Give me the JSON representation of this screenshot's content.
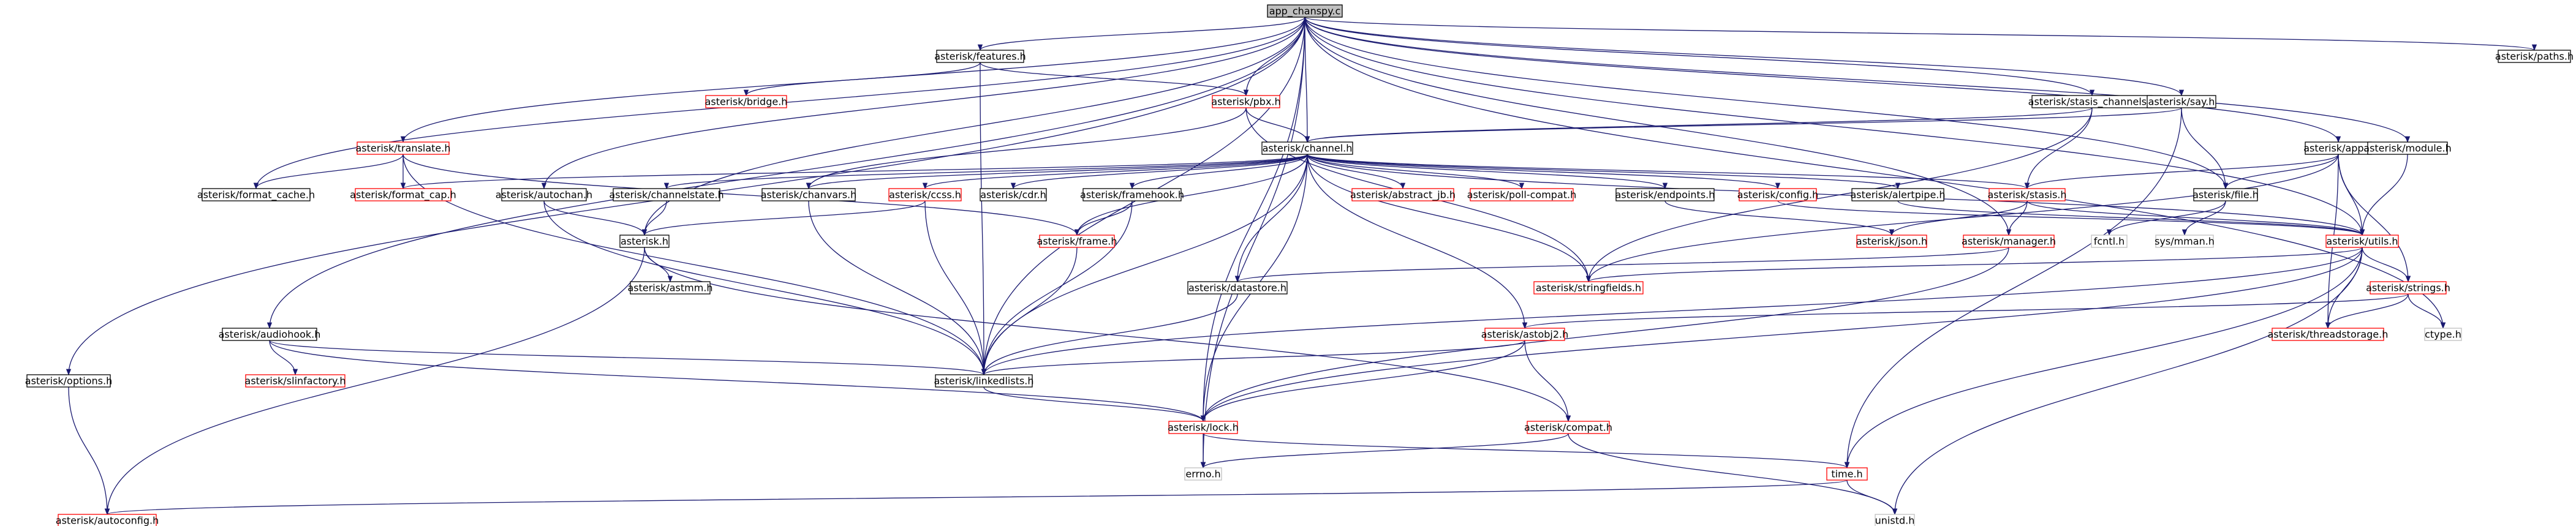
{
  "colors": {
    "edge": "#191970",
    "root_fill": "#bfbfbf",
    "normal_border": "#000000",
    "red_border": "#ff0000",
    "nonode_border": "#bfbfbf",
    "text": "#000000"
  },
  "nodes": [
    {
      "id": "app",
      "label": "app_chanspy.c",
      "style": "root"
    },
    {
      "id": "features",
      "label": "asterisk/features.h",
      "style": "normal"
    },
    {
      "id": "bridge",
      "label": "asterisk/bridge.h",
      "style": "red"
    },
    {
      "id": "pbx",
      "label": "asterisk/pbx.h",
      "style": "red"
    },
    {
      "id": "translate",
      "label": "asterisk/translate.h",
      "style": "red"
    },
    {
      "id": "stasis_channels",
      "label": "asterisk/stasis_channels.h",
      "style": "normal"
    },
    {
      "id": "say",
      "label": "asterisk/say.h",
      "style": "normal"
    },
    {
      "id": "app_h",
      "label": "asterisk/app.h",
      "style": "normal"
    },
    {
      "id": "module",
      "label": "asterisk/module.h",
      "style": "normal"
    },
    {
      "id": "paths",
      "label": "asterisk/paths.h",
      "style": "normal"
    },
    {
      "id": "channel",
      "label": "asterisk/channel.h",
      "style": "normal"
    },
    {
      "id": "format_cache",
      "label": "asterisk/format_cache.h",
      "style": "normal"
    },
    {
      "id": "format_cap",
      "label": "asterisk/format_cap.h",
      "style": "red"
    },
    {
      "id": "autochan",
      "label": "asterisk/autochan.h",
      "style": "normal"
    },
    {
      "id": "channelstate",
      "label": "asterisk/channelstate.h",
      "style": "normal"
    },
    {
      "id": "chanvars",
      "label": "asterisk/chanvars.h",
      "style": "normal"
    },
    {
      "id": "ccss",
      "label": "asterisk/ccss.h",
      "style": "red"
    },
    {
      "id": "cdr",
      "label": "asterisk/cdr.h",
      "style": "normal"
    },
    {
      "id": "framehook",
      "label": "asterisk/framehook.h",
      "style": "normal"
    },
    {
      "id": "abstract_jb",
      "label": "asterisk/abstract_jb.h",
      "style": "red"
    },
    {
      "id": "poll_compat",
      "label": "asterisk/poll-compat.h",
      "style": "red"
    },
    {
      "id": "endpoints",
      "label": "asterisk/endpoints.h",
      "style": "normal"
    },
    {
      "id": "config",
      "label": "asterisk/config.h",
      "style": "red"
    },
    {
      "id": "alertpipe",
      "label": "asterisk/alertpipe.h",
      "style": "normal"
    },
    {
      "id": "stasis",
      "label": "asterisk/stasis.h",
      "style": "red"
    },
    {
      "id": "file",
      "label": "asterisk/file.h",
      "style": "normal"
    },
    {
      "id": "fcntl",
      "label": "fcntl.h",
      "style": "nonode"
    },
    {
      "id": "sysmman",
      "label": "sys/mman.h",
      "style": "nonode"
    },
    {
      "id": "utils",
      "label": "asterisk/utils.h",
      "style": "red"
    },
    {
      "id": "asterisk_h",
      "label": "asterisk.h",
      "style": "normal"
    },
    {
      "id": "astmm",
      "label": "asterisk/astmm.h",
      "style": "normal"
    },
    {
      "id": "frame",
      "label": "asterisk/frame.h",
      "style": "red"
    },
    {
      "id": "json",
      "label": "asterisk/json.h",
      "style": "red"
    },
    {
      "id": "manager",
      "label": "asterisk/manager.h",
      "style": "red"
    },
    {
      "id": "datastore",
      "label": "asterisk/datastore.h",
      "style": "normal"
    },
    {
      "id": "stringfields",
      "label": "asterisk/stringfields.h",
      "style": "red"
    },
    {
      "id": "strings",
      "label": "asterisk/strings.h",
      "style": "red"
    },
    {
      "id": "audiohook",
      "label": "asterisk/audiohook.h",
      "style": "normal"
    },
    {
      "id": "slinfactory",
      "label": "asterisk/slinfactory.h",
      "style": "red"
    },
    {
      "id": "astobj2",
      "label": "asterisk/astobj2.h",
      "style": "red"
    },
    {
      "id": "threadstorage",
      "label": "asterisk/threadstorage.h",
      "style": "red"
    },
    {
      "id": "ctype",
      "label": "ctype.h",
      "style": "nonode"
    },
    {
      "id": "options",
      "label": "asterisk/options.h",
      "style": "normal"
    },
    {
      "id": "linkedlists",
      "label": "asterisk/linkedlists.h",
      "style": "normal"
    },
    {
      "id": "lock",
      "label": "asterisk/lock.h",
      "style": "red"
    },
    {
      "id": "compat",
      "label": "asterisk/compat.h",
      "style": "red"
    },
    {
      "id": "errno",
      "label": "errno.h",
      "style": "nonode"
    },
    {
      "id": "time",
      "label": "time.h",
      "style": "red"
    },
    {
      "id": "autoconfig",
      "label": "asterisk/autoconfig.h",
      "style": "red"
    },
    {
      "id": "unistd",
      "label": "unistd.h",
      "style": "nonode"
    }
  ],
  "edges": [
    [
      "app",
      "features"
    ],
    [
      "app",
      "pbx"
    ],
    [
      "app",
      "channel"
    ],
    [
      "app",
      "stasis_channels"
    ],
    [
      "app",
      "say"
    ],
    [
      "app",
      "app_h"
    ],
    [
      "app",
      "module"
    ],
    [
      "app",
      "paths"
    ],
    [
      "app",
      "translate"
    ],
    [
      "app",
      "format_cache"
    ],
    [
      "app",
      "autochan"
    ],
    [
      "app",
      "audiohook"
    ],
    [
      "app",
      "options"
    ],
    [
      "app",
      "asterisk_h"
    ],
    [
      "app",
      "errno"
    ],
    [
      "app",
      "lock"
    ],
    [
      "app",
      "utils"
    ],
    [
      "app",
      "file"
    ],
    [
      "app",
      "manager"
    ],
    [
      "app",
      "ctype"
    ],
    [
      "app",
      "linkedlists"
    ],
    [
      "features",
      "bridge"
    ],
    [
      "features",
      "pbx"
    ],
    [
      "features",
      "linkedlists"
    ],
    [
      "pbx",
      "channel"
    ],
    [
      "pbx",
      "chanvars"
    ],
    [
      "pbx",
      "stringfields"
    ],
    [
      "translate",
      "format_cap"
    ],
    [
      "translate",
      "format_cache"
    ],
    [
      "translate",
      "frame"
    ],
    [
      "translate",
      "linkedlists"
    ],
    [
      "stasis_channels",
      "channel"
    ],
    [
      "stasis_channels",
      "stasis"
    ],
    [
      "stasis_channels",
      "stringfields"
    ],
    [
      "say",
      "channel"
    ],
    [
      "say",
      "file"
    ],
    [
      "say",
      "time"
    ],
    [
      "app_h",
      "stasis"
    ],
    [
      "app_h",
      "file"
    ],
    [
      "app_h",
      "utils"
    ],
    [
      "app_h",
      "threadstorage"
    ],
    [
      "app_h",
      "strings"
    ],
    [
      "app_h",
      "stringfields"
    ],
    [
      "module",
      "utils"
    ],
    [
      "channel",
      "format_cap"
    ],
    [
      "channel",
      "channelstate"
    ],
    [
      "channel",
      "chanvars"
    ],
    [
      "channel",
      "ccss"
    ],
    [
      "channel",
      "cdr"
    ],
    [
      "channel",
      "framehook"
    ],
    [
      "channel",
      "abstract_jb"
    ],
    [
      "channel",
      "poll_compat"
    ],
    [
      "channel",
      "endpoints"
    ],
    [
      "channel",
      "config"
    ],
    [
      "channel",
      "alertpipe"
    ],
    [
      "channel",
      "stasis"
    ],
    [
      "channel",
      "datastore"
    ],
    [
      "channel",
      "stringfields"
    ],
    [
      "channel",
      "astobj2"
    ],
    [
      "channel",
      "frame"
    ],
    [
      "channel",
      "linkedlists"
    ],
    [
      "channel",
      "lock"
    ],
    [
      "channel",
      "utils"
    ],
    [
      "autochan",
      "asterisk_h"
    ],
    [
      "autochan",
      "linkedlists"
    ],
    [
      "channelstate",
      "asterisk_h"
    ],
    [
      "chanvars",
      "linkedlists"
    ],
    [
      "ccss",
      "asterisk_h"
    ],
    [
      "ccss",
      "linkedlists"
    ],
    [
      "framehook",
      "frame"
    ],
    [
      "framehook",
      "linkedlists"
    ],
    [
      "endpoints",
      "json"
    ],
    [
      "config",
      "utils"
    ],
    [
      "alertpipe",
      "utils"
    ],
    [
      "stasis",
      "json"
    ],
    [
      "stasis",
      "manager"
    ],
    [
      "stasis",
      "utils"
    ],
    [
      "file",
      "fcntl"
    ],
    [
      "file",
      "sysmman"
    ],
    [
      "asterisk_h",
      "astmm"
    ],
    [
      "asterisk_h",
      "autoconfig"
    ],
    [
      "asterisk_h",
      "compat"
    ],
    [
      "frame",
      "linkedlists"
    ],
    [
      "manager",
      "datastore"
    ],
    [
      "manager",
      "lock"
    ],
    [
      "datastore",
      "linkedlists"
    ],
    [
      "utils",
      "strings"
    ],
    [
      "utils",
      "threadstorage"
    ],
    [
      "utils",
      "time"
    ],
    [
      "utils",
      "unistd"
    ],
    [
      "utils",
      "lock"
    ],
    [
      "utils",
      "linkedlists"
    ],
    [
      "utils",
      "stringfields"
    ],
    [
      "strings",
      "astobj2"
    ],
    [
      "strings",
      "ctype"
    ],
    [
      "strings",
      "threadstorage"
    ],
    [
      "audiohook",
      "slinfactory"
    ],
    [
      "audiohook",
      "linkedlists"
    ],
    [
      "audiohook",
      "lock"
    ],
    [
      "astobj2",
      "linkedlists"
    ],
    [
      "astobj2",
      "lock"
    ],
    [
      "astobj2",
      "compat"
    ],
    [
      "options",
      "autoconfig"
    ],
    [
      "linkedlists",
      "lock"
    ],
    [
      "lock",
      "errno"
    ],
    [
      "lock",
      "time"
    ],
    [
      "compat",
      "errno"
    ],
    [
      "compat",
      "unistd"
    ],
    [
      "time",
      "autoconfig"
    ],
    [
      "time",
      "unistd"
    ]
  ]
}
